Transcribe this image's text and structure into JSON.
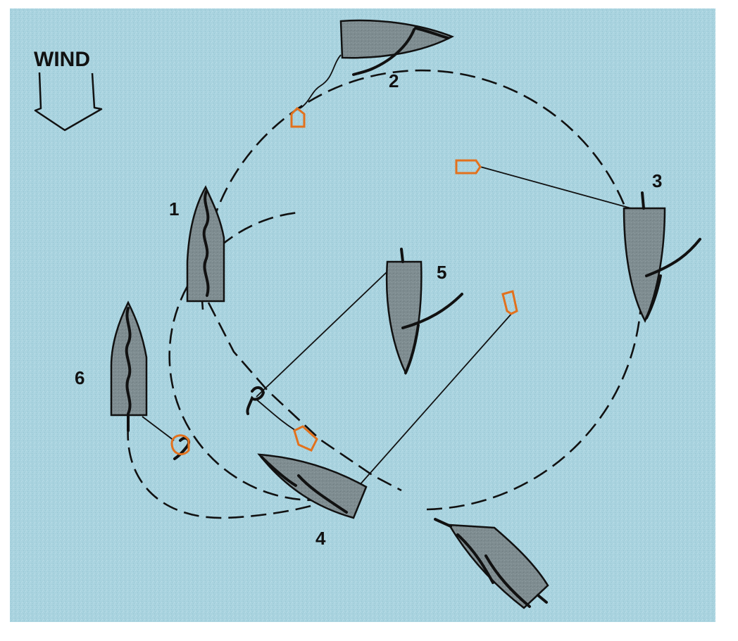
{
  "wind": {
    "label": "WIND"
  },
  "boats": [
    {
      "number": "1"
    },
    {
      "number": "2"
    },
    {
      "number": "3"
    },
    {
      "number": "4"
    },
    {
      "number": "5"
    },
    {
      "number": "6"
    }
  ],
  "colors": {
    "background": "#ffffff",
    "water": "#a9d3df",
    "hull": "#7e8c90",
    "outline": "#111111",
    "sea_anchor": "#e2711d"
  }
}
